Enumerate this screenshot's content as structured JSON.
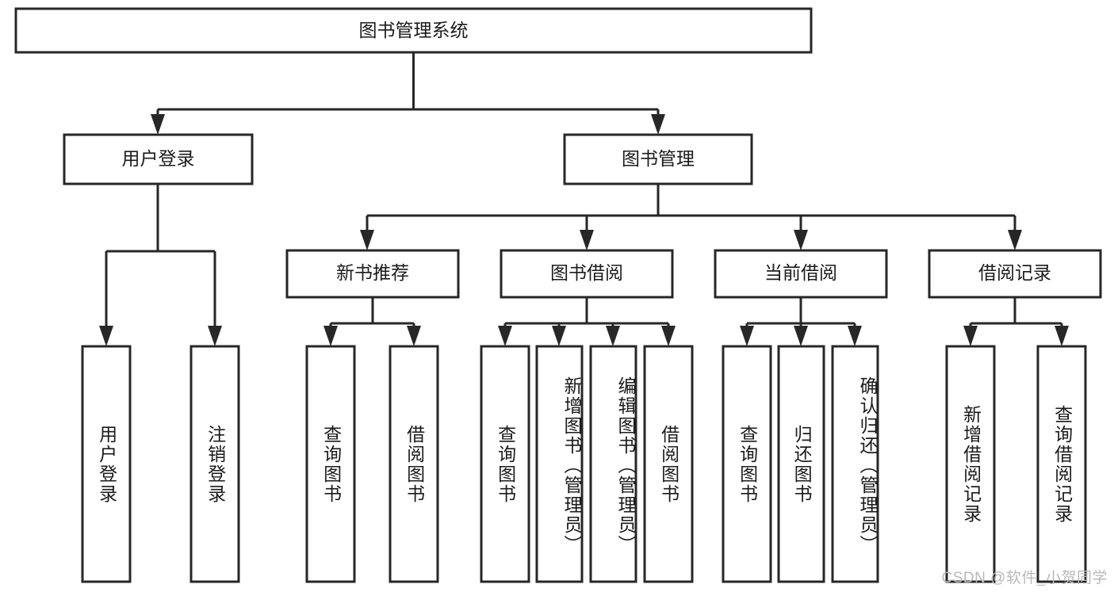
{
  "diagram": {
    "title": "图书管理系统",
    "type": "tree",
    "orientation": "top-down",
    "colors": {
      "box_stroke": "#272727",
      "box_fill": "#ffffff",
      "connector": "#272727",
      "text": "#1b1b1b",
      "background": "#ffffff",
      "watermark": "#b9b9b9"
    },
    "root": {
      "id": "root",
      "label": "图书管理系统",
      "orientation": "horizontal"
    },
    "level2": [
      {
        "id": "user-login",
        "label": "用户登录",
        "orientation": "horizontal"
      },
      {
        "id": "book-manage",
        "label": "图书管理",
        "orientation": "horizontal"
      }
    ],
    "level3": [
      {
        "id": "new-book-recommend",
        "label": "新书推荐",
        "orientation": "horizontal",
        "parent": "book-manage"
      },
      {
        "id": "book-borrow",
        "label": "图书借阅",
        "orientation": "horizontal",
        "parent": "book-manage"
      },
      {
        "id": "current-borrow",
        "label": "当前借阅",
        "orientation": "horizontal",
        "parent": "book-manage"
      },
      {
        "id": "borrow-record",
        "label": "借阅记录",
        "orientation": "horizontal",
        "parent": "book-manage"
      }
    ],
    "leaves": [
      {
        "id": "leaf-user-login",
        "label": "用户登录",
        "orientation": "vertical",
        "parent": "user-login"
      },
      {
        "id": "leaf-user-logout",
        "label": "注销登录",
        "orientation": "vertical",
        "parent": "user-login"
      },
      {
        "id": "leaf-query-book-1",
        "label": "查询图书",
        "orientation": "vertical",
        "parent": "new-book-recommend"
      },
      {
        "id": "leaf-borrow-book-1",
        "label": "借阅图书",
        "orientation": "vertical",
        "parent": "new-book-recommend"
      },
      {
        "id": "leaf-query-book-2",
        "label": "查询图书",
        "orientation": "vertical",
        "parent": "book-borrow"
      },
      {
        "id": "leaf-add-book",
        "label": "新增图书（管理员）",
        "orientation": "vertical",
        "parent": "book-borrow"
      },
      {
        "id": "leaf-edit-book",
        "label": "编辑图书（管理员）",
        "orientation": "vertical",
        "parent": "book-borrow"
      },
      {
        "id": "leaf-borrow-book-2",
        "label": "借阅图书",
        "orientation": "vertical",
        "parent": "book-borrow"
      },
      {
        "id": "leaf-query-book-3",
        "label": "查询图书",
        "orientation": "vertical",
        "parent": "current-borrow"
      },
      {
        "id": "leaf-return-book",
        "label": "归还图书",
        "orientation": "vertical",
        "parent": "current-borrow"
      },
      {
        "id": "leaf-confirm-return",
        "label": "确认归还（管理员）",
        "orientation": "vertical",
        "parent": "current-borrow"
      },
      {
        "id": "leaf-add-record",
        "label": "新增借阅记录",
        "orientation": "vertical",
        "parent": "borrow-record"
      },
      {
        "id": "leaf-query-record",
        "label": "查询借阅记录",
        "orientation": "vertical",
        "parent": "borrow-record"
      }
    ],
    "watermark": "CSDN @软件_小贺同学"
  }
}
